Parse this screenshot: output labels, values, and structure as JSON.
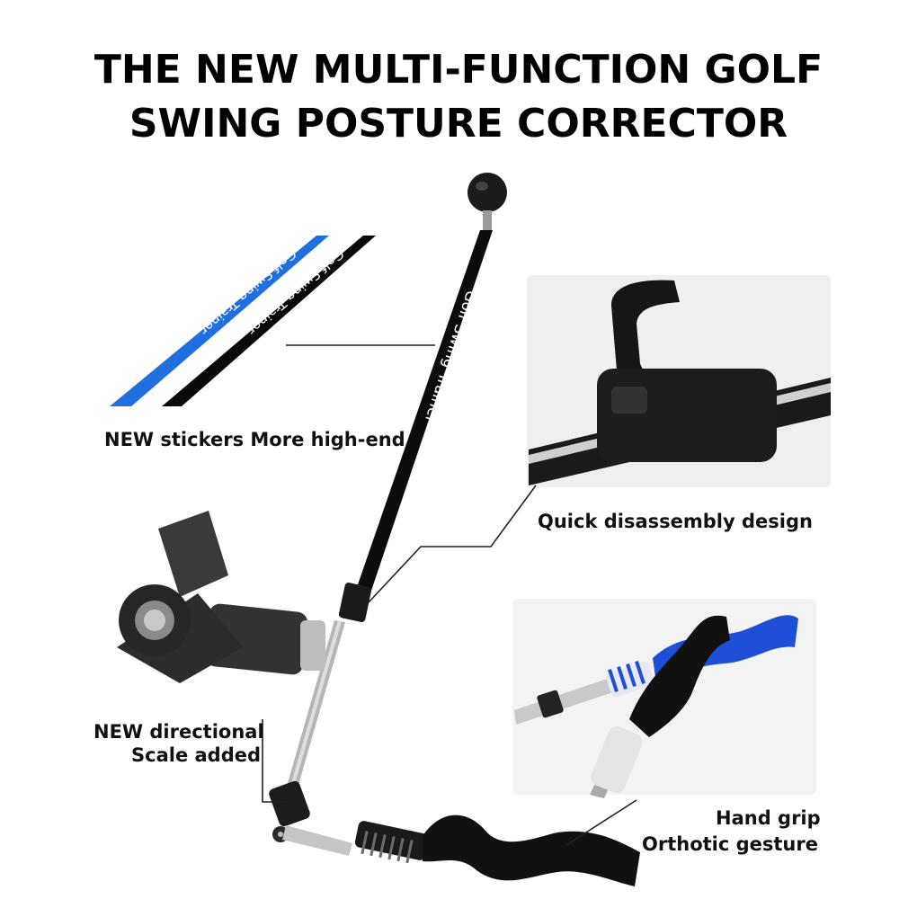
{
  "title": {
    "line1": "THE NEW MULTI-FUNCTION GOLF",
    "line2": "SWING POSTURE CORRECTOR"
  },
  "stickers": {
    "text": "Golf Swing Trainer",
    "blue_color": "#1f6fe0",
    "black_color": "#0a0a0a"
  },
  "callouts": {
    "stickers": "NEW stickers More high-end",
    "quick": "Quick disassembly design",
    "scale_line1": "NEW directional",
    "scale_line2": "Scale added",
    "grip_line1": "Hand grip",
    "grip_line2": "Orthotic gesture"
  },
  "colors": {
    "accent_blue": "#1f4fd6",
    "text": "#111111"
  }
}
